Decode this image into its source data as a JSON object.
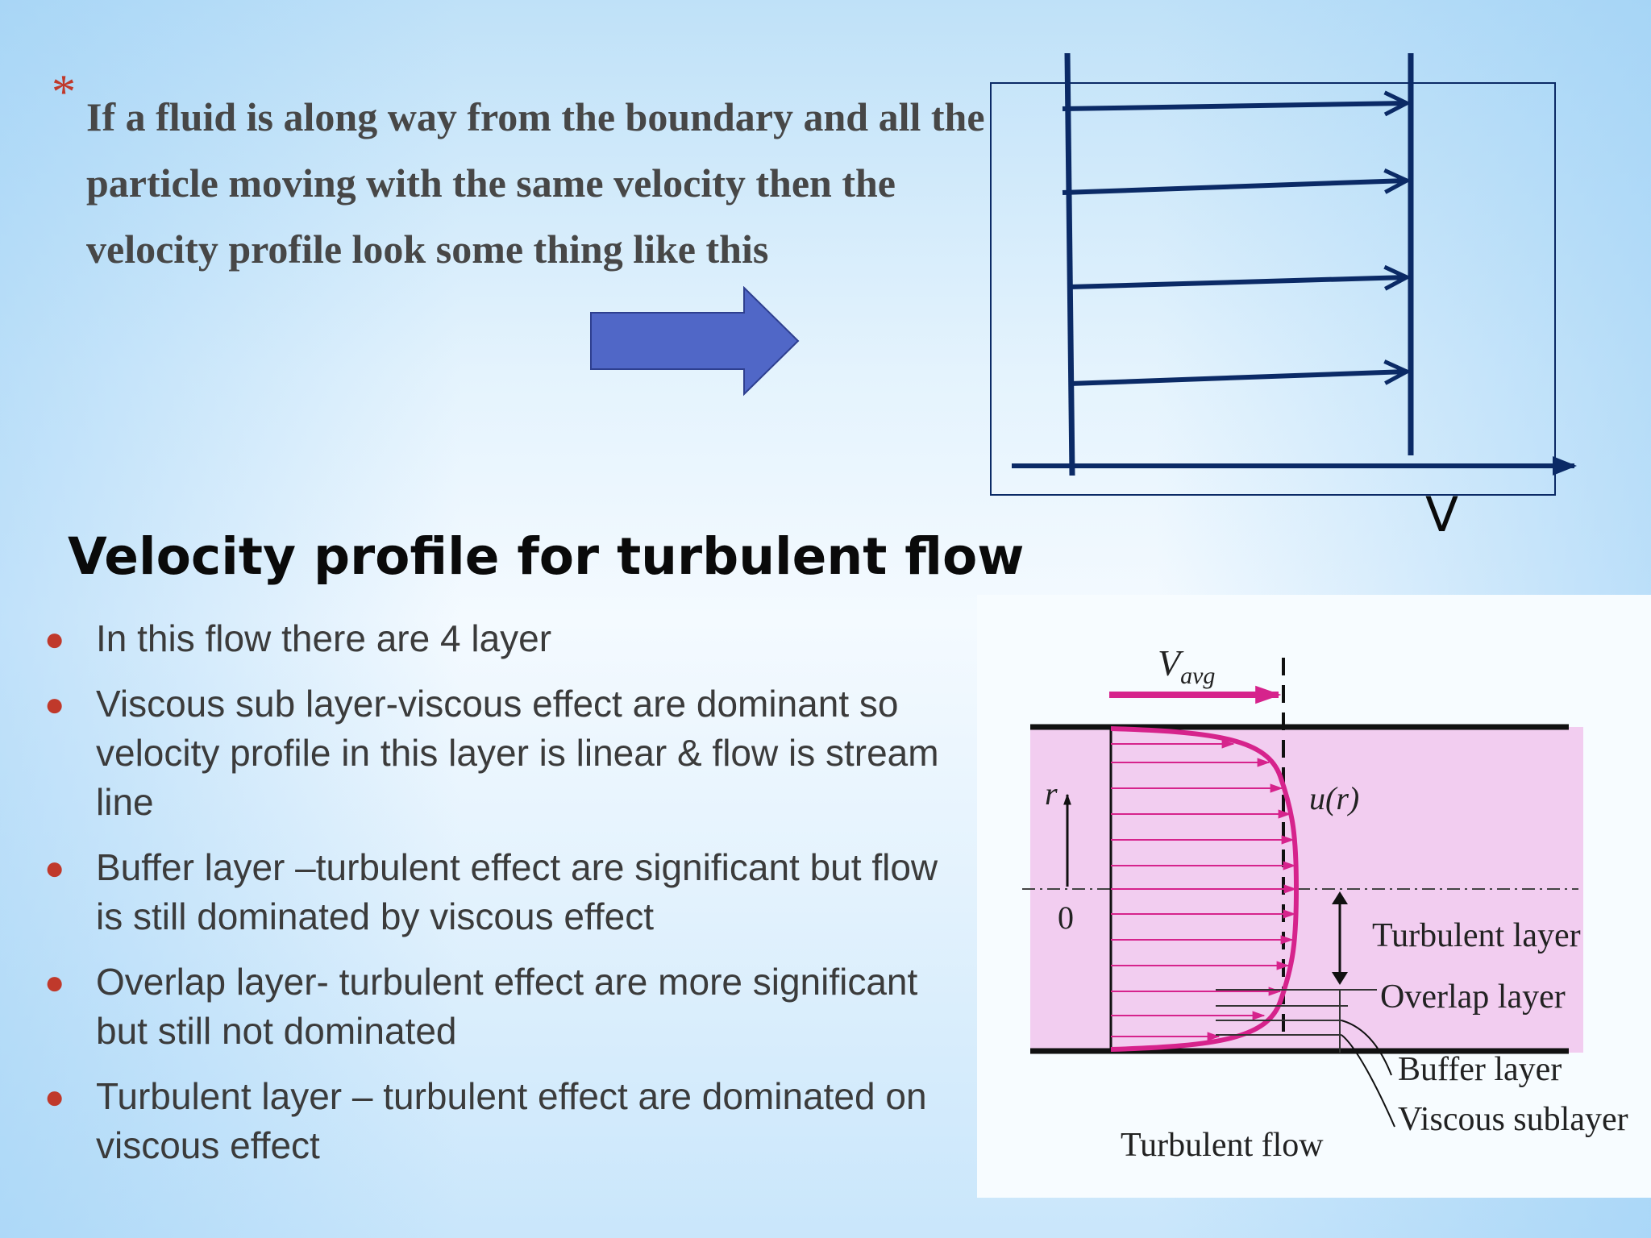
{
  "intro": {
    "bullet_symbol": "*",
    "text": "If a fluid is along  way  from the boundary  and all the  particle  moving with the same velocity then the  velocity profile look  some thing like this"
  },
  "uniform_profile": {
    "axis_label": "V"
  },
  "section": {
    "heading": "Velocity profile for turbulent flow",
    "bullets": [
      "In this flow  there  are  4 layer",
      "Viscous sub layer-viscous effect are dominant so velocity profile in this layer is linear & flow is stream line",
      "Buffer layer –turbulent effect are significant but flow is still dominated by viscous effect",
      "Overlap layer- turbulent effect are more significant but still not dominated",
      "Turbulent layer – turbulent effect are dominated on viscous effect"
    ]
  },
  "turbulent_figure": {
    "v_symbol": "V",
    "v_subscript": "avg",
    "r_label": "r",
    "origin_label": "0",
    "u_label": "u(r)",
    "layers": [
      "Turbulent layer",
      "Overlap layer",
      "Buffer layer",
      "Viscous sublayer"
    ],
    "caption": "Turbulent flow"
  },
  "colors": {
    "bullet_marker": "#c0392b",
    "pointer_arrow": "#5067c7",
    "profile_lines": "#0b2a66",
    "pipe_fill": "#f2cdf0",
    "velocity_curve": "#d6238c"
  }
}
